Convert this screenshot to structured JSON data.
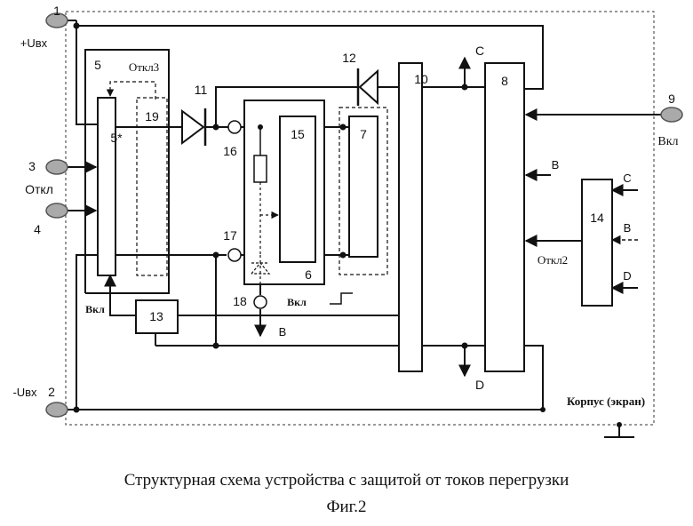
{
  "terminals": {
    "n1": "1",
    "n2": "2",
    "n3": "3",
    "n4": "4",
    "n9": "9",
    "plus_uin": "+Uвх",
    "minus_uin": "-Uвх",
    "off": "Откл",
    "on": "Вкл"
  },
  "blocks": {
    "b5": "5",
    "b5star": "5*",
    "b19": "19",
    "b6": "6",
    "b7": "7",
    "b8": "8",
    "b10": "10",
    "b11": "11",
    "b12": "12",
    "b13": "13",
    "b14": "14",
    "b15": "15",
    "b16": "16",
    "b17": "17",
    "b18": "18"
  },
  "signals": {
    "off3": "Откл3",
    "off2": "Откл2",
    "on_13": "Вкл",
    "on_18": "Вкл",
    "C_top": "C",
    "D_bottom": "D",
    "B_mid": "B",
    "B_18": "B",
    "C_14": "C",
    "B_14": "B",
    "D_14": "D",
    "case": "Корпус (экран)"
  },
  "caption": {
    "title": "Структурная схема устройства с защитой от токов перегрузки",
    "figure": "Фиг.2"
  }
}
